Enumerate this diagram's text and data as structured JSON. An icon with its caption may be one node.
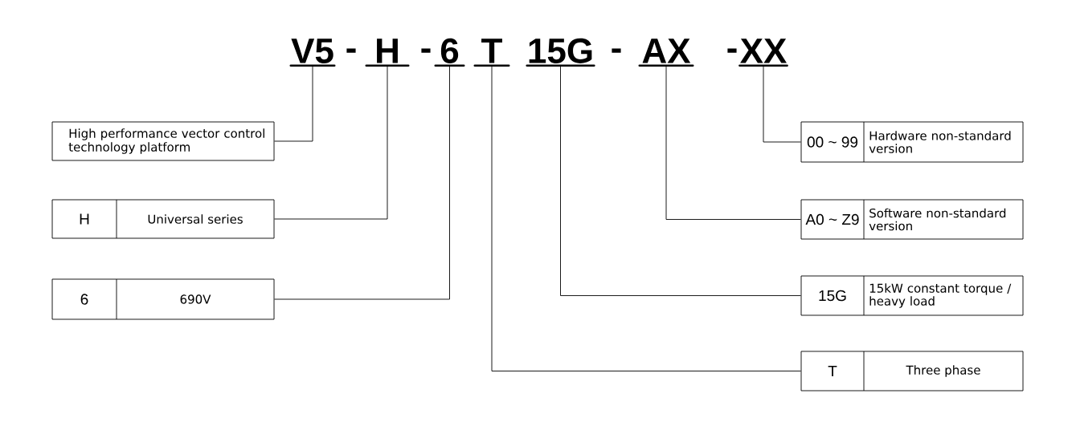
{
  "diagram": {
    "nodes": [
      {
        "text": [
          "V5"
        ]
      },
      {
        "text": [
          "H"
        ]
      },
      {
        "text": [
          "6"
        ]
      },
      {
        "text": [
          "T"
        ]
      },
      {
        "text": [
          "15G"
        ]
      },
      {
        "text": [
          "AX"
        ]
      },
      {
        "text": [
          "XX"
        ]
      },
      {
        "text": [
          "High performance vector control technology platform"
        ]
      },
      {
        "text": [
          "H",
          "Universal series"
        ]
      },
      {
        "text": [
          "6",
          "690V"
        ]
      },
      {
        "text": [
          "00 ~ 99",
          "Hardware non-standard version"
        ]
      },
      {
        "text": [
          "A0 ~ Z9",
          "Software non-standard version"
        ]
      },
      {
        "text": [
          "15G",
          "15kW constant torque / heavy load"
        ]
      },
      {
        "text": [
          "T",
          "Three phase"
        ]
      }
    ],
    "edges": [
      {
        "from": 0,
        "to": 7,
        "arrow": "none"
      },
      {
        "from": 1,
        "to": 8,
        "arrow": "none"
      },
      {
        "from": 2,
        "to": 9,
        "arrow": "none"
      },
      {
        "from": 3,
        "to": 13,
        "arrow": "none"
      },
      {
        "from": 4,
        "to": 12,
        "arrow": "none"
      },
      {
        "from": 5,
        "to": 11,
        "arrow": "none"
      },
      {
        "from": 6,
        "to": 10,
        "arrow": "none"
      }
    ],
    "labels": [
      "-",
      "-",
      "-",
      "-"
    ]
  }
}
